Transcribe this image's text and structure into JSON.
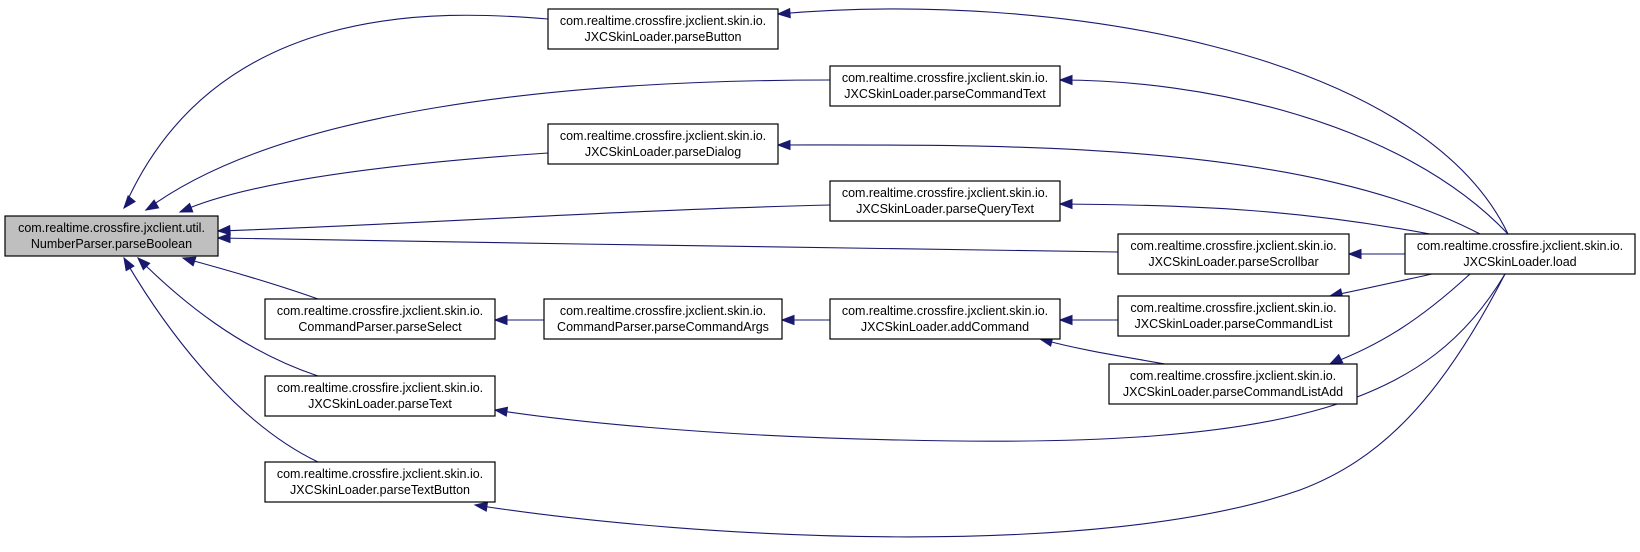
{
  "nodes": [
    {
      "id": "root",
      "line1": "com.realtime.crossfire.jxclient.util.",
      "line2": "NumberParser.parseBoolean"
    },
    {
      "id": "parseButton",
      "line1": "com.realtime.crossfire.jxclient.skin.io.",
      "line2": "JXCSkinLoader.parseButton"
    },
    {
      "id": "parseCommandText",
      "line1": "com.realtime.crossfire.jxclient.skin.io.",
      "line2": "JXCSkinLoader.parseCommandText"
    },
    {
      "id": "parseDialog",
      "line1": "com.realtime.crossfire.jxclient.skin.io.",
      "line2": "JXCSkinLoader.parseDialog"
    },
    {
      "id": "parseQueryText",
      "line1": "com.realtime.crossfire.jxclient.skin.io.",
      "line2": "JXCSkinLoader.parseQueryText"
    },
    {
      "id": "parseScrollbar",
      "line1": "com.realtime.crossfire.jxclient.skin.io.",
      "line2": "JXCSkinLoader.parseScrollbar"
    },
    {
      "id": "load",
      "line1": "com.realtime.crossfire.jxclient.skin.io.",
      "line2": "JXCSkinLoader.load"
    },
    {
      "id": "parseSelect",
      "line1": "com.realtime.crossfire.jxclient.skin.io.",
      "line2": "CommandParser.parseSelect"
    },
    {
      "id": "parseCommandArgs",
      "line1": "com.realtime.crossfire.jxclient.skin.io.",
      "line2": "CommandParser.parseCommandArgs"
    },
    {
      "id": "addCommand",
      "line1": "com.realtime.crossfire.jxclient.skin.io.",
      "line2": "JXCSkinLoader.addCommand"
    },
    {
      "id": "parseCommandList",
      "line1": "com.realtime.crossfire.jxclient.skin.io.",
      "line2": "JXCSkinLoader.parseCommandList"
    },
    {
      "id": "parseCommandListAdd",
      "line1": "com.realtime.crossfire.jxclient.skin.io.",
      "line2": "JXCSkinLoader.parseCommandListAdd"
    },
    {
      "id": "parseText",
      "line1": "com.realtime.crossfire.jxclient.skin.io.",
      "line2": "JXCSkinLoader.parseText"
    },
    {
      "id": "parseTextButton",
      "line1": "com.realtime.crossfire.jxclient.skin.io.",
      "line2": "JXCSkinLoader.parseTextButton"
    }
  ],
  "edges": [
    {
      "from": "parseButton",
      "to": "root"
    },
    {
      "from": "parseCommandText",
      "to": "root"
    },
    {
      "from": "parseDialog",
      "to": "root"
    },
    {
      "from": "parseQueryText",
      "to": "root"
    },
    {
      "from": "parseScrollbar",
      "to": "root"
    },
    {
      "from": "parseSelect",
      "to": "root"
    },
    {
      "from": "parseText",
      "to": "root"
    },
    {
      "from": "parseTextButton",
      "to": "root"
    },
    {
      "from": "load",
      "to": "parseButton"
    },
    {
      "from": "load",
      "to": "parseCommandText"
    },
    {
      "from": "load",
      "to": "parseDialog"
    },
    {
      "from": "load",
      "to": "parseQueryText"
    },
    {
      "from": "load",
      "to": "parseScrollbar"
    },
    {
      "from": "load",
      "to": "parseCommandList"
    },
    {
      "from": "load",
      "to": "parseCommandListAdd"
    },
    {
      "from": "load",
      "to": "parseText"
    },
    {
      "from": "load",
      "to": "parseTextButton"
    },
    {
      "from": "parseCommandArgs",
      "to": "parseSelect"
    },
    {
      "from": "addCommand",
      "to": "parseCommandArgs"
    },
    {
      "from": "parseCommandList",
      "to": "addCommand"
    },
    {
      "from": "parseCommandListAdd",
      "to": "addCommand"
    }
  ],
  "colors": {
    "edge": "#191970",
    "root_fill": "#bfbfbf",
    "node_fill": "#ffffff"
  }
}
